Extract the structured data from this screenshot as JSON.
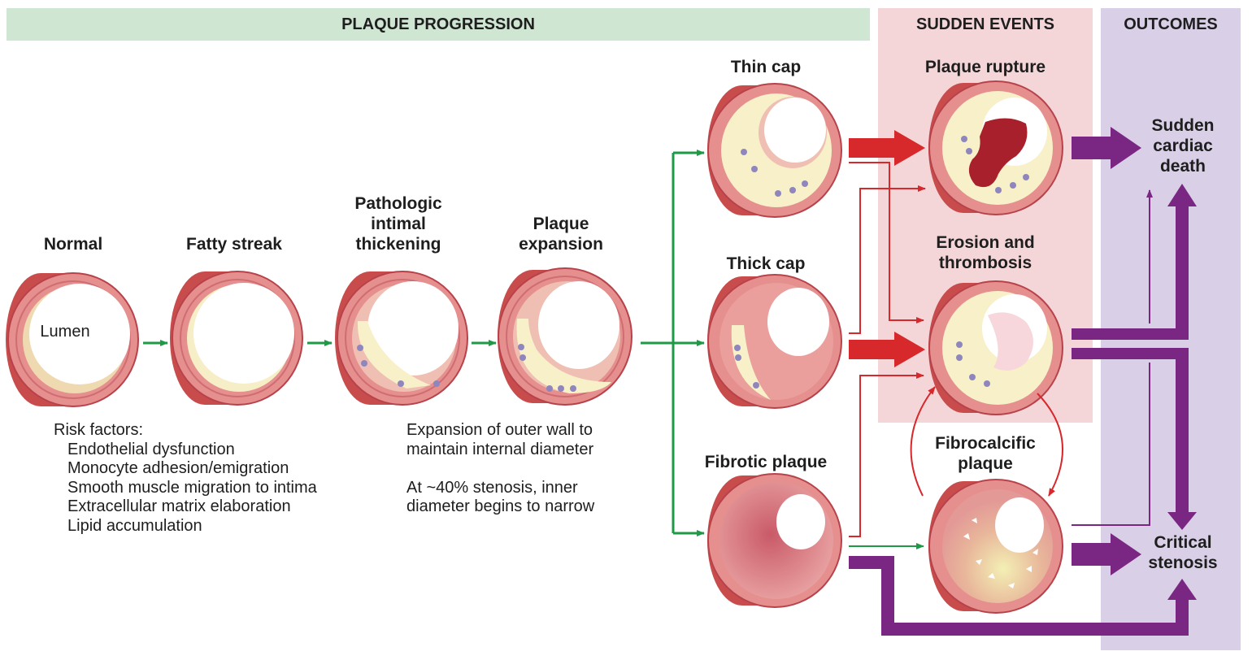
{
  "headers": {
    "plaque_progression": "PLAQUE PROGRESSION",
    "sudden_events": "SUDDEN EVENTS",
    "outcomes": "OUTCOMES"
  },
  "stages": {
    "normal": "Normal",
    "lumen": "Lumen",
    "fatty_streak": "Fatty streak",
    "pathologic_intimal_thickening": "Pathologic\nintimal\nthickening",
    "plaque_expansion": "Plaque\nexpansion",
    "thin_cap": "Thin cap",
    "thick_cap": "Thick cap",
    "fibrotic_plaque": "Fibrotic plaque",
    "plaque_rupture": "Plaque rupture",
    "erosion_and_thrombosis": "Erosion and\nthrombosis",
    "fibrocalcific_plaque": "Fibrocalcific\nplaque",
    "sudden_cardiac_death": "Sudden\ncardiac\ndeath",
    "critical_stenosis": "Critical\nstenosis"
  },
  "risk_factors": {
    "title": "Risk factors:",
    "items": [
      "Endothelial dysfunction",
      "Monocyte adhesion/emigration",
      "Smooth muscle migration to intima",
      "Extracellular matrix elaboration",
      "Lipid accumulation"
    ]
  },
  "expansion_notes": [
    "Expansion of outer wall to",
    "maintain internal diameter",
    "",
    "At ~40% stenosis, inner",
    "diameter begins to narrow"
  ],
  "colors": {
    "progression_band": "#cfe6d3",
    "events_band": "#f4d6d9",
    "outcomes_band": "#d9cfe6",
    "green_arrow": "#1e9a46",
    "red_arrow": "#d7282b",
    "purple_arrow": "#7a2683",
    "vessel_outer": "#c94c4d",
    "vessel_wall": "#e58f8e",
    "plaque": "#f7f0c8",
    "foam_cell": "#8e86bd"
  }
}
